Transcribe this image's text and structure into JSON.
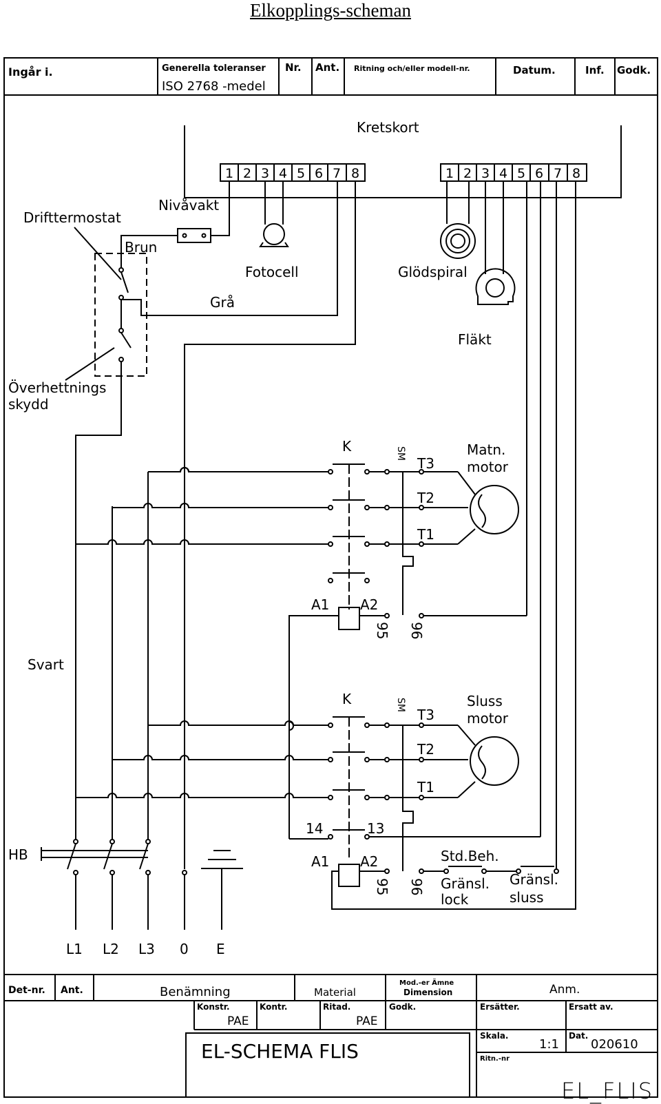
{
  "document": {
    "title": "Elkopplings-scheman"
  },
  "header": {
    "ingar": "Ingår i.",
    "toleranser_line1": "Generella toleranser",
    "toleranser_line2": "ISO 2768 -medel",
    "nr": "Nr.",
    "ant": "Ant.",
    "ritning": "Ritning och/eller modell-nr.",
    "datum": "Datum.",
    "inf": "Inf.",
    "godk": "Godk."
  },
  "diagram": {
    "kretskort": "Kretskort",
    "terminals": [
      "1",
      "2",
      "3",
      "4",
      "5",
      "6",
      "7",
      "8"
    ],
    "nivavakt": "Nivåvakt",
    "drifttermostat": "Drifttermostat",
    "brun": "Brun",
    "fotocell": "Fotocell",
    "glodspiral": "Glödspiral",
    "gra": "Grå",
    "flakt": "Fläkt",
    "overhettning_line1": "Överhettnings",
    "overhettning_line2": "skydd",
    "svart": "Svart",
    "k": "K",
    "sm": "SM",
    "t3": "T3",
    "t2": "T2",
    "t1": "T1",
    "matn_motor_line1": "Matn.",
    "matn_motor_line2": "motor",
    "sluss_motor_line1": "Sluss",
    "sluss_motor_line2": "motor",
    "a1": "A1",
    "a2": "A2",
    "n95": "95",
    "n96": "96",
    "n14": "14",
    "n13": "13",
    "std_beh": "Std.Beh.",
    "gransl_lock_line1": "Gränsl.",
    "gransl_lock_line2": "lock",
    "gransl_sluss_line1": "Gränsl.",
    "gransl_sluss_line2": "sluss",
    "hb": "HB",
    "supply": [
      "L1",
      "L2",
      "L3",
      "0",
      "E"
    ]
  },
  "titleblock": {
    "detnr": "Det-nr.",
    "ant": "Ant.",
    "benamning": "Benämning",
    "material": "Material",
    "dimension_line1": "Mod.-er Ämne",
    "dimension_line2": "Dimension",
    "anm": "Anm.",
    "konstr_label": "Konstr.",
    "konstr_value": "PAE",
    "kontr": "Kontr.",
    "ritad_label": "Ritad.",
    "ritad_value": "PAE",
    "godk": "Godk.",
    "ersatter": "Ersätter.",
    "ersatt_av": "Ersatt av.",
    "skala_label": "Skala.",
    "skala_value": "1:1",
    "dat_label": "Dat.",
    "dat_value": "020610",
    "ritnr_label": "Ritn.-nr",
    "sheet_name": "EL-SCHEMA FLIS",
    "drawing_id": "EL_FLIS"
  }
}
